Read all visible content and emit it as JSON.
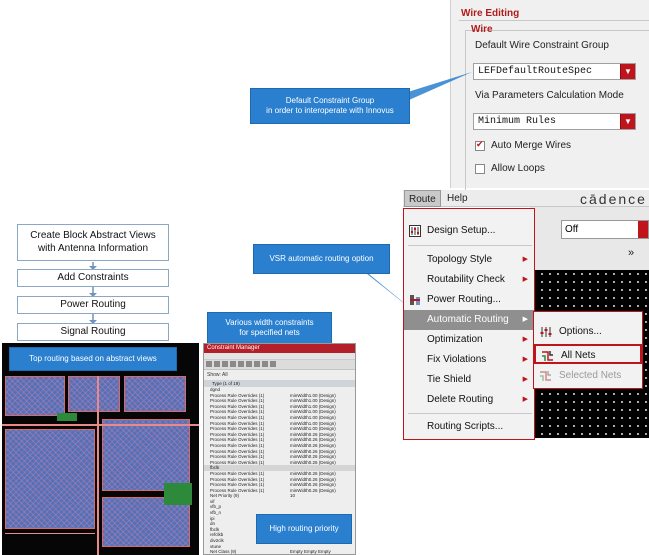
{
  "wire_editing": {
    "section_title": "Wire Editing",
    "group_title": "Wire",
    "default_group_label": "Default Wire Constraint Group",
    "default_group_value": "LEFDefaultRouteSpec",
    "via_label": "Via Parameters Calculation Mode",
    "via_value": "Minimum Rules",
    "auto_merge_label": "Auto Merge Wires",
    "auto_merge_checked": true,
    "allow_loops_label": "Allow Loops",
    "allow_loops_checked": false
  },
  "callouts": {
    "default_group": "Default Constraint Group\nin order to interoperate with Innovus",
    "vsr": "VSR automatic routing option",
    "width": "Various width constraints\nfor specified nets",
    "top_routing": "Top routing based on abstract views",
    "priority": "High routing priority"
  },
  "flow": [
    "Create Block Abstract Views\nwith Antenna Information",
    "Add Constraints",
    "Power Routing",
    "Signal Routing"
  ],
  "menubar": {
    "route": "Route",
    "help": "Help",
    "logo": "cādence",
    "mode_value": "Off",
    "more": "»"
  },
  "route_menu": [
    {
      "label": "Design Setup...",
      "icon": "design-setup-icon",
      "submenu": false
    },
    {
      "label": "Topology Style",
      "icon": "",
      "submenu": true
    },
    {
      "label": "Routability Check",
      "icon": "",
      "submenu": true
    },
    {
      "label": "Power Routing...",
      "icon": "power-routing-icon",
      "submenu": false
    },
    {
      "label": "Automatic Routing",
      "icon": "",
      "submenu": true
    },
    {
      "label": "Optimization",
      "icon": "",
      "submenu": true
    },
    {
      "label": "Fix Violations",
      "icon": "",
      "submenu": true
    },
    {
      "label": "Tie Shield",
      "icon": "",
      "submenu": true
    },
    {
      "label": "Delete Routing",
      "icon": "",
      "submenu": true
    },
    {
      "label": "Routing Scripts...",
      "icon": "",
      "submenu": false
    }
  ],
  "auto_routing_submenu": [
    {
      "label": "Options...",
      "icon": "options-icon",
      "enabled": true
    },
    {
      "label": "All Nets",
      "icon": "all-nets-icon",
      "enabled": true
    },
    {
      "label": "Selected Nets",
      "icon": "selected-nets-icon",
      "enabled": false
    }
  ],
  "constraint_manager": {
    "title": "Constraint Manager",
    "show_label": "Show:",
    "show_value": "All",
    "header": "Type (1 of 19)",
    "rows": [
      {
        "name": "dgnd",
        "value": ""
      },
      {
        "name": "Process Rule Overrides (1)",
        "value": "minWidth1.00 (Design)"
      },
      {
        "name": "Process Rule Overrides (1)",
        "value": "minWidth1.00 (Design)"
      },
      {
        "name": "Process Rule Overrides (1)",
        "value": "minWidth1.00 (Design)"
      },
      {
        "name": "Process Rule Overrides (1)",
        "value": "minWidth1.00 (Design)"
      },
      {
        "name": "Process Rule Overrides (1)",
        "value": "minWidth1.00 (Design)"
      },
      {
        "name": "Process Rule Overrides (1)",
        "value": "minWidth1.00 (Design)"
      },
      {
        "name": "Process Rule Overrides (1)",
        "value": "minWidth1.00 (Design)"
      },
      {
        "name": "Process Rule Overrides (1)",
        "value": "minWidth0.26 (Design)"
      },
      {
        "name": "Process Rule Overrides (1)",
        "value": "minWidth0.26 (Design)"
      },
      {
        "name": "Process Rule Overrides (1)",
        "value": "minWidth0.26 (Design)"
      },
      {
        "name": "Process Rule Overrides (1)",
        "value": "minWidth0.26 (Design)"
      },
      {
        "name": "Process Rule Overrides (1)",
        "value": "minWidth0.26 (Design)"
      },
      {
        "name": "Process Rule Overrides (1)",
        "value": "minWidth0.26 (Design)"
      },
      {
        "name": "fbclk",
        "value": ""
      },
      {
        "name": "Process Rule Overrides (1)",
        "value": "minWidth0.26 (Design)"
      },
      {
        "name": "Process Rule Overrides (1)",
        "value": "minWidth0.26 (Design)"
      },
      {
        "name": "Process Rule Overrides (1)",
        "value": "minWidth0.26 (Design)"
      },
      {
        "name": "Process Rule Overrides (1)",
        "value": "minWidth0.26 (Design)"
      },
      {
        "name": "Net Priority (9)",
        "value": "10"
      },
      {
        "name": "vif",
        "value": ""
      },
      {
        "name": "vfb_p",
        "value": ""
      },
      {
        "name": "vfb_n",
        "value": ""
      },
      {
        "name": "ipi",
        "value": ""
      },
      {
        "name": "dn",
        "value": ""
      },
      {
        "name": "fbclk",
        "value": ""
      },
      {
        "name": "refclkb",
        "value": ""
      },
      {
        "name": "div2clk",
        "value": ""
      },
      {
        "name": "vtune",
        "value": ""
      },
      {
        "name": "Net Class (9)",
        "value": "Empty Empty Empty"
      }
    ]
  },
  "colors": {
    "callout_blue": "#2a7fcf",
    "cadence_red": "#c0141c",
    "menu_highlight": "#8f8f8f"
  }
}
